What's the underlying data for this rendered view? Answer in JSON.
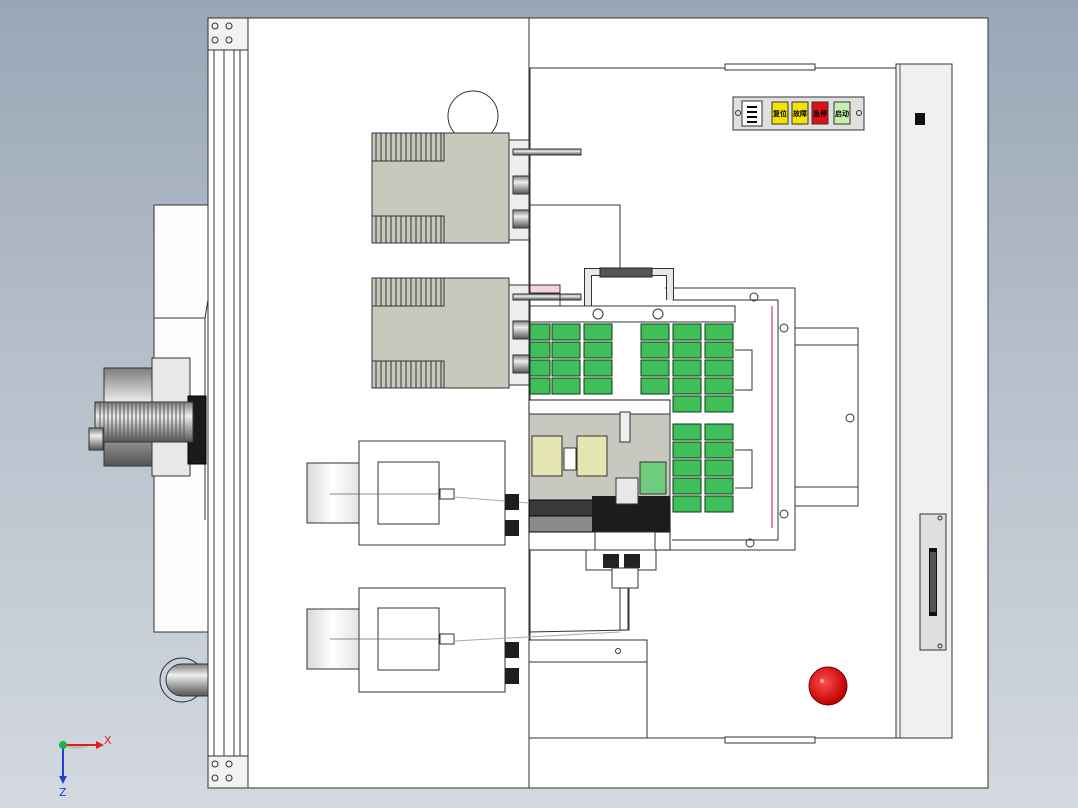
{
  "colors": {
    "background_top": "#9aa6b6",
    "background_bottom": "#d4d9e0",
    "panel": "#ffffff",
    "outline": "#222222",
    "housing": "#c8c8bd",
    "relay_green": "#3fbe5a",
    "emergency_red": "#e01010",
    "axis_x": "#e02020",
    "axis_y": "#22b04a",
    "axis_z": "#2040d8"
  },
  "control_panel": {
    "buttons": [
      {
        "label": "复位",
        "color": "#f4e200"
      },
      {
        "label": "故障",
        "color": "#f4e200"
      },
      {
        "label": "急停",
        "color": "#e01010"
      },
      {
        "label": "启动",
        "color": "#c7f0b0"
      }
    ]
  },
  "triad": {
    "x_label": "X",
    "z_label": "Z"
  }
}
